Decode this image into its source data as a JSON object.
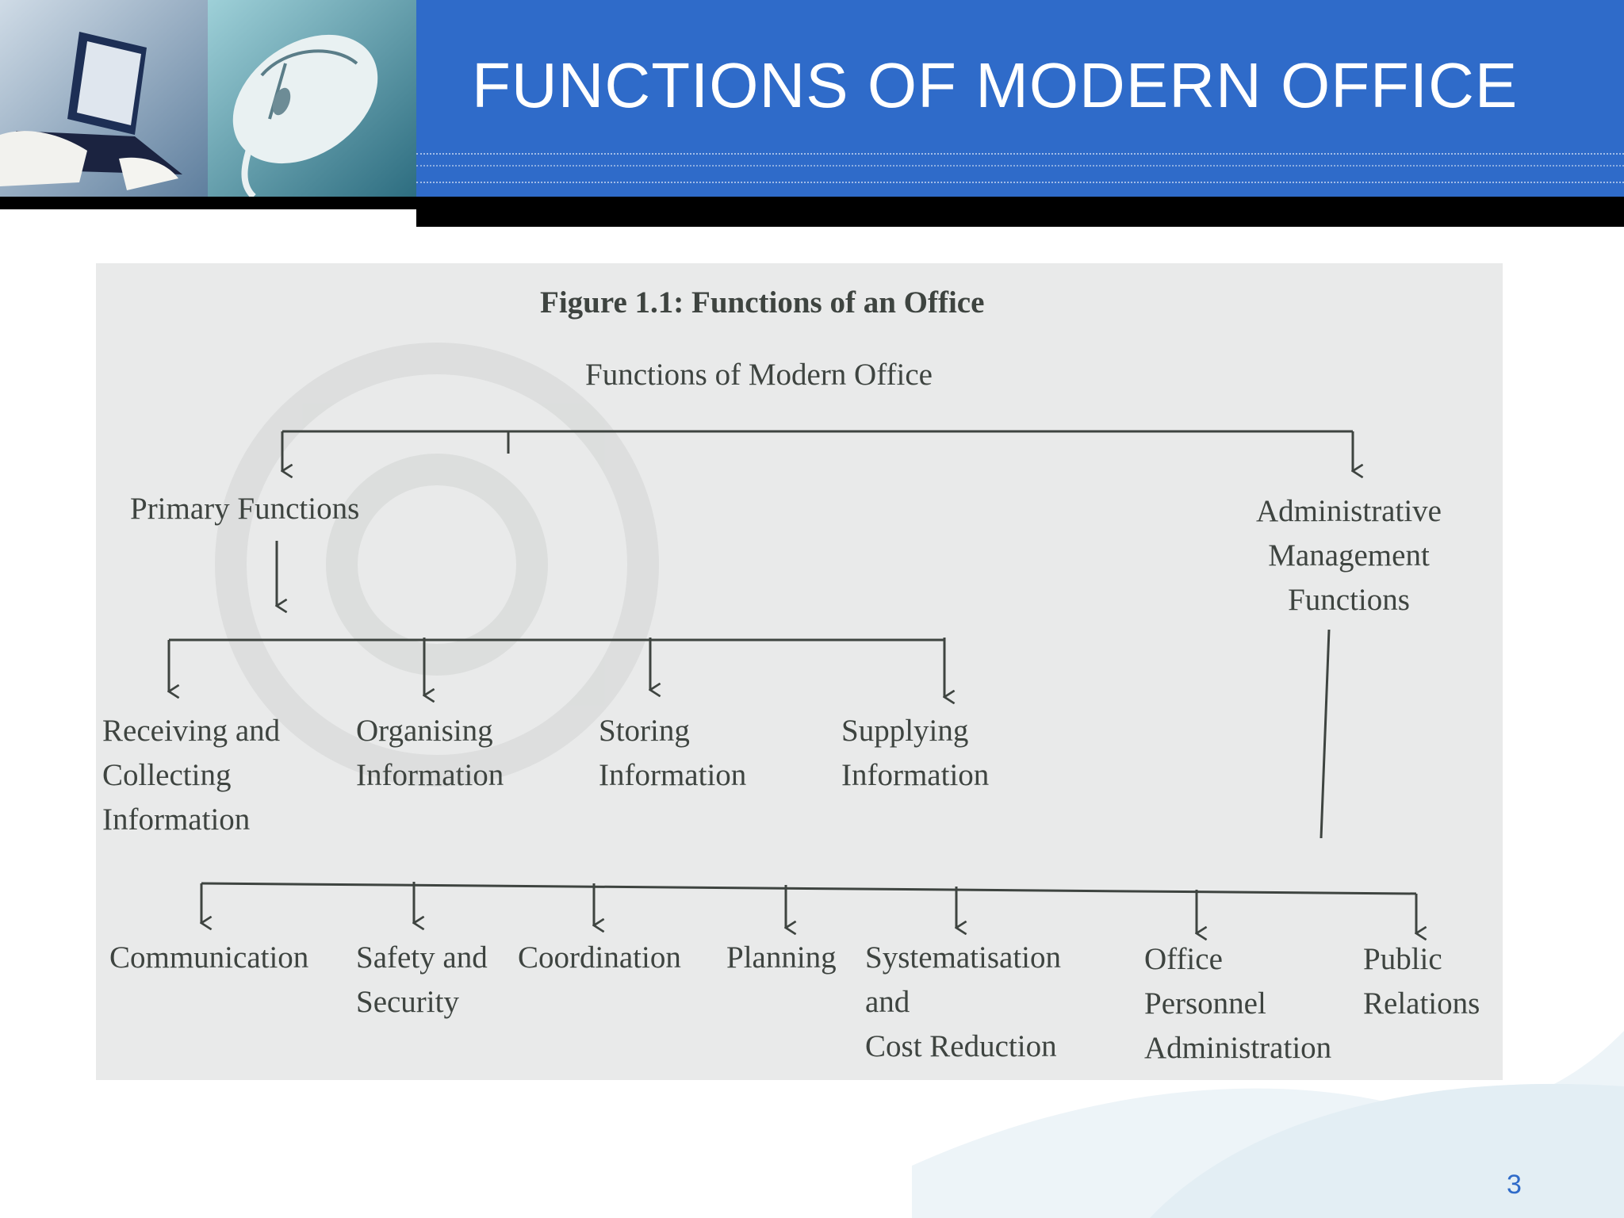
{
  "slide": {
    "title": "FUNCTIONS OF MODERN OFFICE",
    "page_number": "3"
  },
  "figure": {
    "caption": "Figure 1.1: Functions of an Office",
    "root": "Functions of Modern Office",
    "primary": {
      "label": "Primary Functions",
      "children": [
        "Receiving and\nCollecting\nInformation",
        "Organising\nInformation",
        "Storing\nInformation",
        "Supplying\nInformation"
      ]
    },
    "administrative": {
      "label": "Administrative\nManagement\nFunctions",
      "children": [
        "Communication",
        "Safety and\nSecurity",
        "Coordination",
        "Planning",
        "Systematisation\nand\nCost Reduction",
        "Office\nPersonnel\nAdministration",
        "Public\nRelations"
      ]
    }
  },
  "colors": {
    "header_blue": "#2f6bc9",
    "figure_bg": "#e9eaea",
    "line": "#3e4440"
  }
}
